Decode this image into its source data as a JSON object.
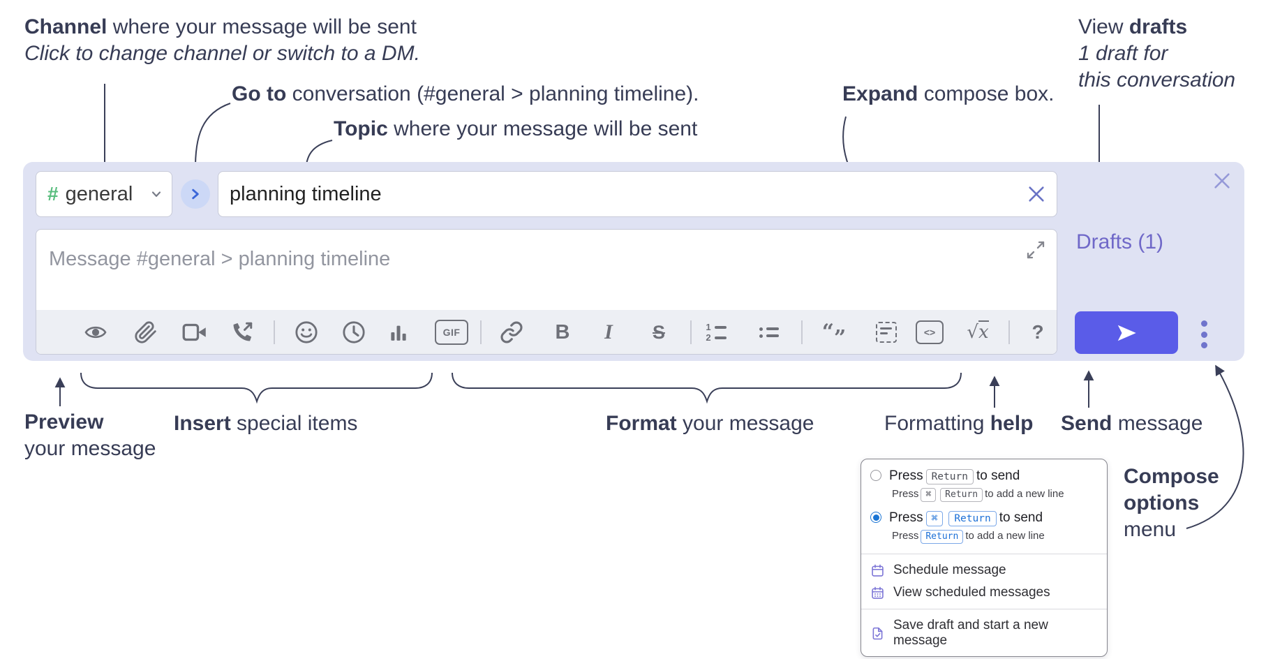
{
  "annotations": {
    "channel": {
      "bold": "Channel",
      "rest": " where your message will be sent",
      "sub": "Click to change channel or switch to a DM."
    },
    "goto": {
      "bold": "Go to",
      "rest": " conversation (#general > planning timeline)."
    },
    "topic": {
      "bold": "Topic",
      "rest": " where your message will be sent"
    },
    "expand": {
      "bold": "Expand",
      "rest": " compose box."
    },
    "drafts": {
      "pre": "View ",
      "bold": "drafts",
      "line2": "1 draft for",
      "line3": "this conversation"
    },
    "preview": {
      "bold": "Preview",
      "line2": "your message"
    },
    "insert": {
      "bold": "Insert",
      "rest": " special items"
    },
    "format": {
      "bold": "Format",
      "rest": " your message"
    },
    "help": {
      "pre": "Formatting ",
      "bold": "help"
    },
    "send": {
      "bold": "Send",
      "rest": " message"
    },
    "compose_options": {
      "bold1": "Compose",
      "bold2": "options",
      "rest": "menu"
    }
  },
  "compose": {
    "channel": {
      "hash": "#",
      "name": "general"
    },
    "topic_value": "planning timeline",
    "message_placeholder": "Message #general > planning timeline",
    "drafts_link": "Drafts (1)"
  },
  "toolbar": {
    "icons": [
      "preview",
      "attach-file",
      "start-video-call",
      "start-voice-call",
      "emoji",
      "add-global-time",
      "add-poll",
      "add-gif",
      "link",
      "bold",
      "italic",
      "strikethrough",
      "numbered-list",
      "bulleted-list",
      "quote",
      "spoiler",
      "code",
      "math",
      "message-formatting-help"
    ],
    "gif_label": "GIF",
    "bold_label": "B",
    "italic_label": "I",
    "strike_label": "S",
    "ol1": "1",
    "ol2": "2",
    "quote_open": "“",
    "quote_close": "”",
    "code_label": "<>",
    "math_root": "√",
    "math_x": "x",
    "help_label": "?"
  },
  "menu": {
    "option1": {
      "t1": "Press",
      "k1": "Return",
      "t2": "to send"
    },
    "option1_sub": {
      "t1": "Press",
      "k1": "⌘",
      "k2": "Return",
      "t2": "to add a new line"
    },
    "option2": {
      "t1": "Press",
      "k1": "⌘",
      "k2": "Return",
      "t2": "to send"
    },
    "option2_sub": {
      "t1": "Press",
      "k1": "Return",
      "t2": "to add a new line"
    },
    "items": {
      "schedule": "Schedule message",
      "view_scheduled": "View scheduled messages",
      "save_draft": "Save draft and start a new message"
    }
  },
  "colors": {
    "container_lavender": "#dfe2f3",
    "accent_send": "#5a5ce8",
    "drafts_link": "#6f68c8",
    "hash_green": "#58bd7d",
    "goto_circle_bg": "#ccd8f6",
    "goto_chevron": "#3b66d8",
    "toolbar_icon": "#6e7078",
    "annotation_text": "#373c55",
    "radio_checked": "#1974d4",
    "key_chip_blue": "#1b6fd6",
    "menu_icon_purple": "#7b74d6"
  }
}
